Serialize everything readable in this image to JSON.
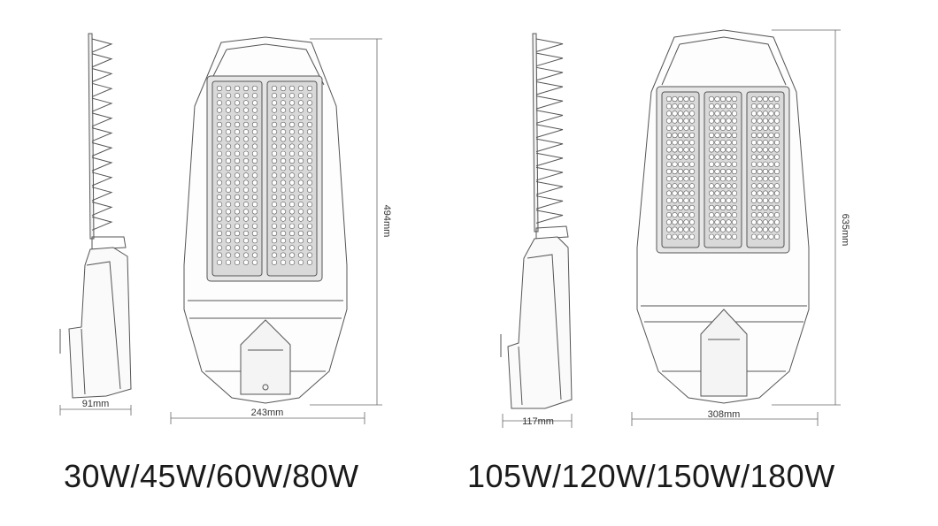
{
  "lights": [
    {
      "id": "small",
      "power_label": "30W/45W/60W/80W",
      "dimensions": {
        "side_depth": "91mm",
        "width": "243mm",
        "height": "494mm"
      },
      "led_modules": 2
    },
    {
      "id": "large",
      "power_label": "105W/120W/150W/180W",
      "dimensions": {
        "side_depth": "117mm",
        "width": "308mm",
        "height": "635mm"
      },
      "led_modules": 3
    }
  ],
  "colors": {
    "line": "#555555",
    "dim_line": "#666666",
    "panel_fill": "#d9d9d9",
    "led_fill": "#ffffff"
  }
}
